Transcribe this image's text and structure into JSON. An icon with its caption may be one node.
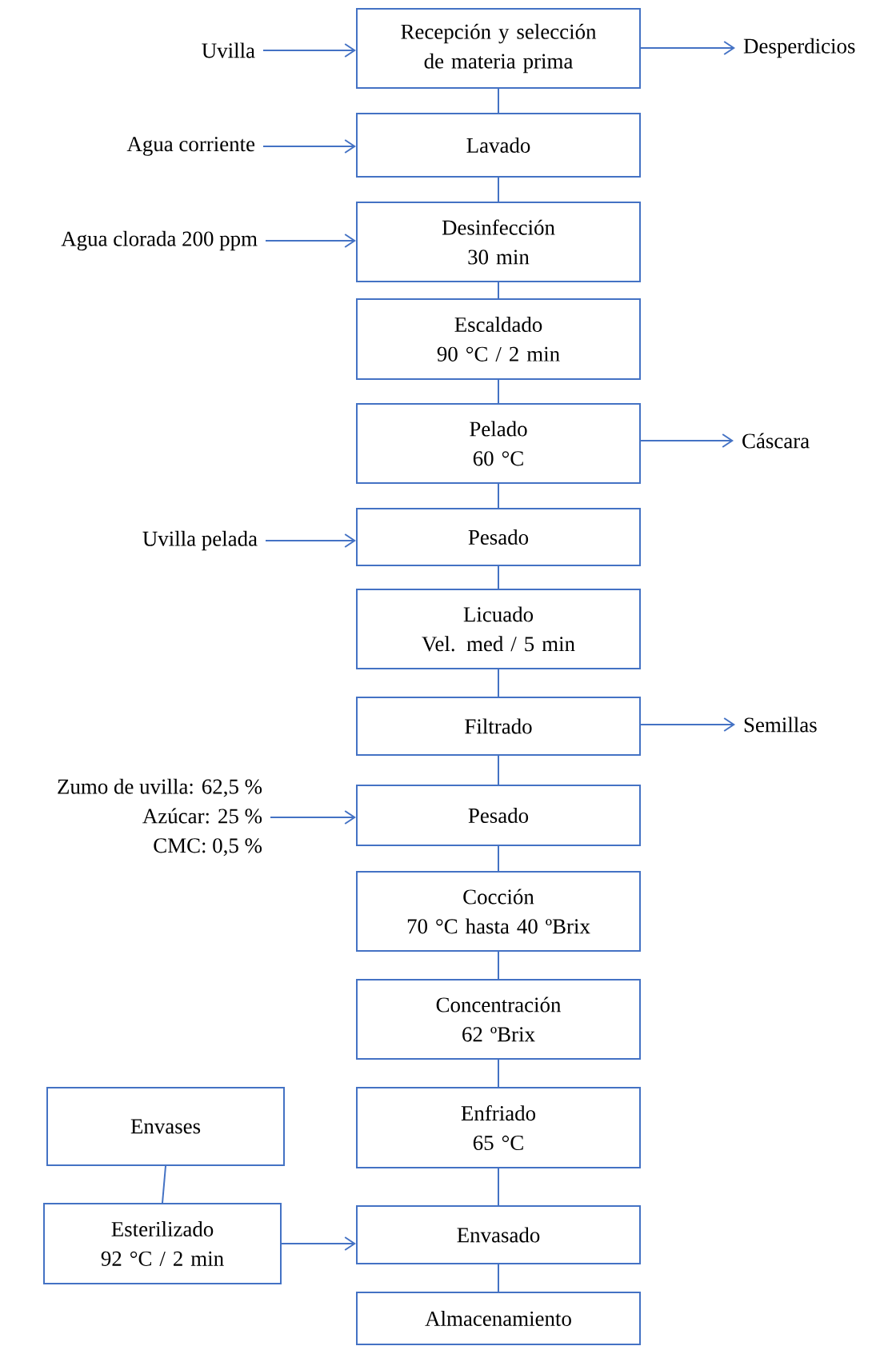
{
  "diagram": {
    "nodes": [
      {
        "text": [
          "Uvilla"
        ]
      },
      {
        "text": [
          "Recepción y selección de materia prima"
        ]
      },
      {
        "text": [
          "Desperdicios"
        ]
      },
      {
        "text": [
          "Agua corriente"
        ]
      },
      {
        "text": [
          "Lavado"
        ]
      },
      {
        "text": [
          "Agua clorada 200 ppm"
        ]
      },
      {
        "text": [
          "Desinfección",
          "30 min"
        ]
      },
      {
        "text": [
          "Escaldado",
          "90 °C / 2 min"
        ]
      },
      {
        "text": [
          "Pelado",
          "60 °C"
        ]
      },
      {
        "text": [
          "Cáscara"
        ]
      },
      {
        "text": [
          "Uvilla pelada"
        ]
      },
      {
        "text": [
          "Pesado"
        ]
      },
      {
        "text": [
          "Licuado",
          "Vel. med / 5 min"
        ]
      },
      {
        "text": [
          "Filtrado"
        ]
      },
      {
        "text": [
          "Semillas"
        ]
      },
      {
        "text": [
          "Zumo de uvilla: 62,5 %",
          "Azúcar: 25 %",
          "CMC: 0,5 %"
        ]
      },
      {
        "text": [
          "Pesado"
        ]
      },
      {
        "text": [
          "Cocción",
          "70 °C hasta 40 ºBrix"
        ]
      },
      {
        "text": [
          "Concentración",
          "62 ºBrix"
        ]
      },
      {
        "text": [
          "Envases"
        ]
      },
      {
        "text": [
          "Enfriado",
          "65 °C"
        ]
      },
      {
        "text": [
          "Esterilizado",
          "92 °C / 2 min"
        ]
      },
      {
        "text": [
          "Envasado"
        ]
      },
      {
        "text": [
          "Almacenamiento"
        ]
      }
    ],
    "edges": [
      {
        "from": 0,
        "to": 1,
        "arrow": "to"
      },
      {
        "from": 1,
        "to": 2,
        "arrow": "to"
      },
      {
        "from": 1,
        "to": 4,
        "arrow": "none"
      },
      {
        "from": 3,
        "to": 4,
        "arrow": "to"
      },
      {
        "from": 4,
        "to": 6,
        "arrow": "none"
      },
      {
        "from": 5,
        "to": 6,
        "arrow": "to"
      },
      {
        "from": 6,
        "to": 7,
        "arrow": "none"
      },
      {
        "from": 7,
        "to": 8,
        "arrow": "none"
      },
      {
        "from": 8,
        "to": 9,
        "arrow": "to"
      },
      {
        "from": 8,
        "to": 11,
        "arrow": "none"
      },
      {
        "from": 10,
        "to": 11,
        "arrow": "to"
      },
      {
        "from": 11,
        "to": 12,
        "arrow": "none"
      },
      {
        "from": 12,
        "to": 13,
        "arrow": "none"
      },
      {
        "from": 13,
        "to": 14,
        "arrow": "to"
      },
      {
        "from": 13,
        "to": 16,
        "arrow": "none"
      },
      {
        "from": 15,
        "to": 16,
        "arrow": "to"
      },
      {
        "from": 16,
        "to": 17,
        "arrow": "none"
      },
      {
        "from": 17,
        "to": 18,
        "arrow": "none"
      },
      {
        "from": 18,
        "to": 20,
        "arrow": "none"
      },
      {
        "from": 19,
        "to": 21,
        "arrow": "none"
      },
      {
        "from": 20,
        "to": 22,
        "arrow": "none"
      },
      {
        "from": 21,
        "to": 22,
        "arrow": "to"
      },
      {
        "from": 22,
        "to": 23,
        "arrow": "none"
      }
    ]
  }
}
